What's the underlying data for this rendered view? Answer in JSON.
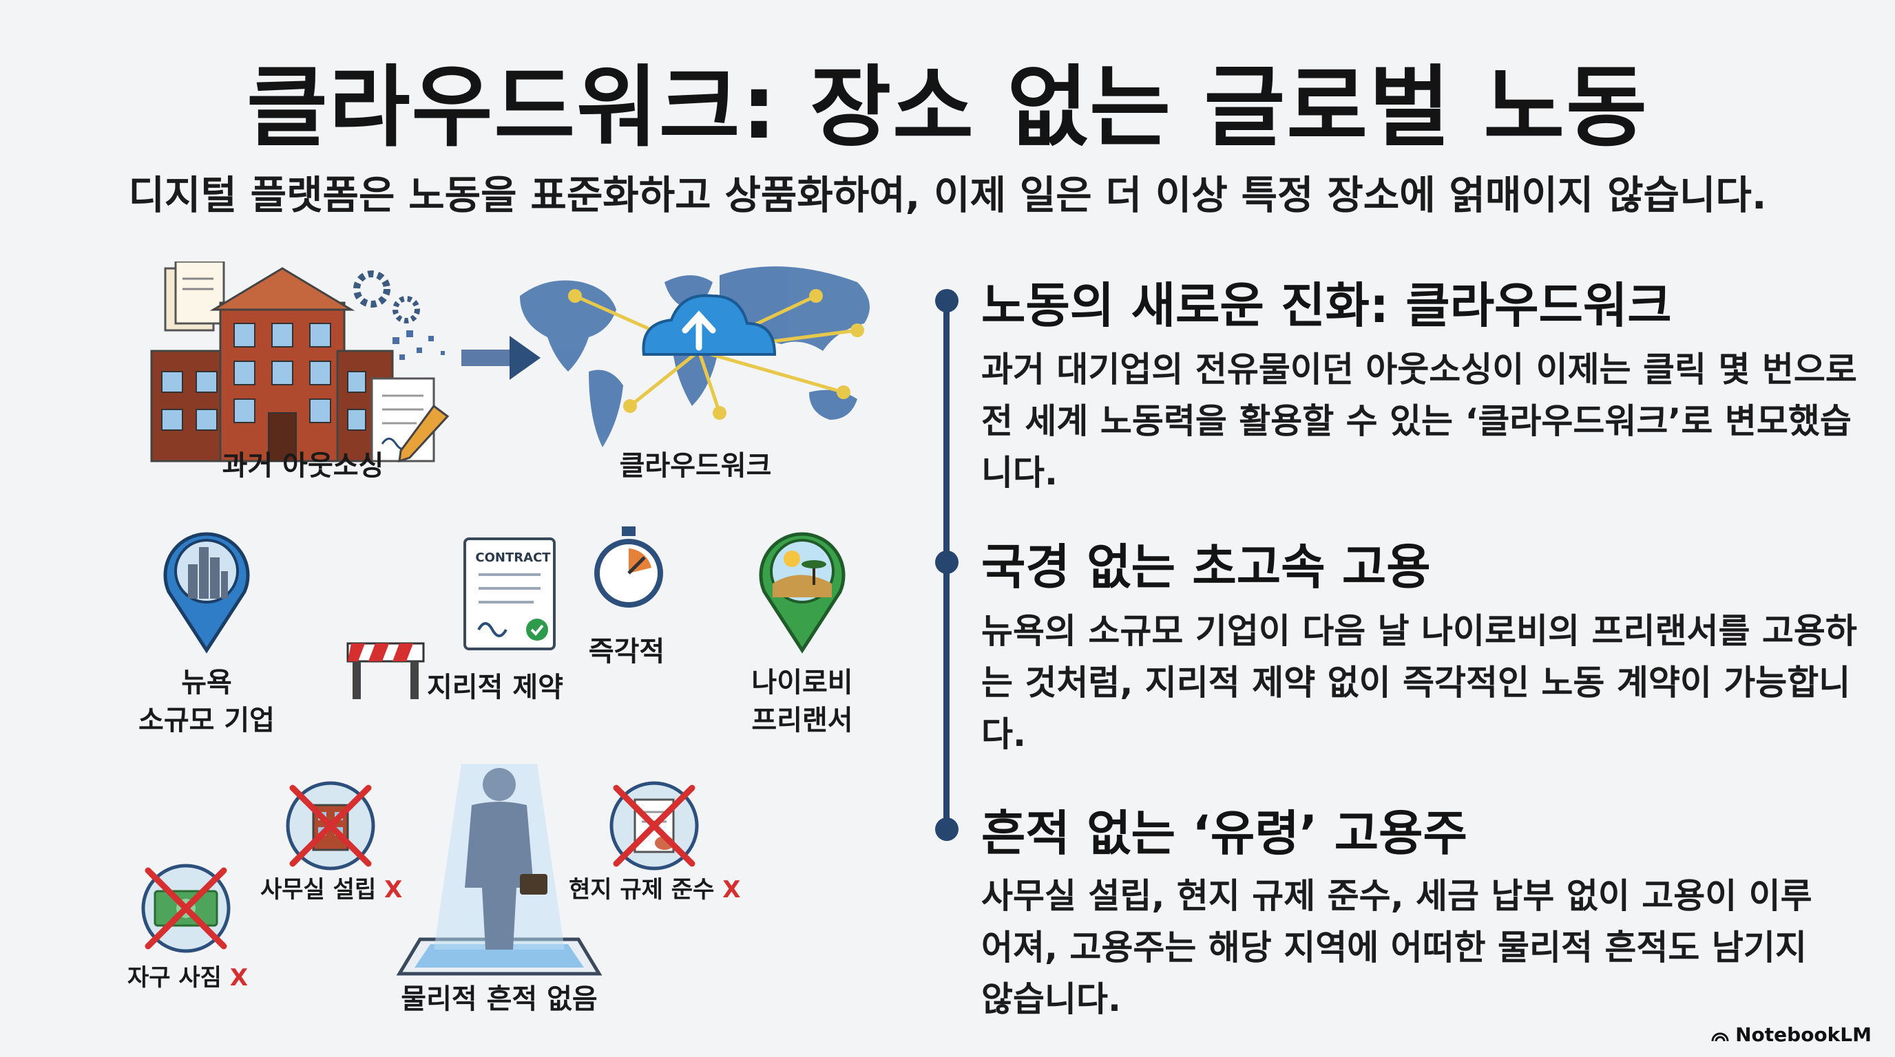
{
  "title": "클라우드워크: 장소 없는 글로벌 노동",
  "subtitle": "디지털 플랫폼은 노동을 표준화하고 상품화하여, 이제 일은 더 이상 특정 장소에 얽매이지 않습니다.",
  "illustration": {
    "past_label": "과거 아웃소싱",
    "cloud_label": "클라우드워크",
    "contract_text": "CONTRACT",
    "newyork_label_1": "뉴욕",
    "newyork_label_2": "소규모 기업",
    "constraint_label": "지리적 제약",
    "instant_label": "즉각적",
    "nairobi_label_1": "나이로비",
    "nairobi_label_2": "프리랜서",
    "office_label": "사무실 설립",
    "compliance_label": "현지 규제 준수",
    "tax_label": "자구 사짐",
    "x_mark": "X",
    "no_trace_label": "물리적 흔적 없음"
  },
  "sections": [
    {
      "heading": "노동의 새로운 진화: 클라우드워크",
      "body": "과거 대기업의 전유물이던 아웃소싱이 이제는 클릭 몇 번으로 전 세계 노동력을 활용할 수 있는 ‘클라우드워크’로 변모했습니다."
    },
    {
      "heading": "국경 없는 초고속 고용",
      "body": "뉴욕의 소규모 기업이 다음 날 나이로비의 프리랜서를 고용하는 것처럼,  지리적 제약 없이 즉각적인 노동 계약이 가능합니다."
    },
    {
      "heading": "흔적 없는 ‘유령’ 고용주",
      "body": "사무실 설립, 현지 규제 준수, 세금 납부 없이 고용이 이루어져, 고용주는 해당 지역에 어떠한 물리적 흔적도 남기지 않습니다."
    }
  ],
  "brand": "NotebookLM",
  "colors": {
    "accent": "#27466f",
    "cross_red": "#d62f2f",
    "building": "#b04a2e",
    "cloud": "#2f8fd8"
  }
}
